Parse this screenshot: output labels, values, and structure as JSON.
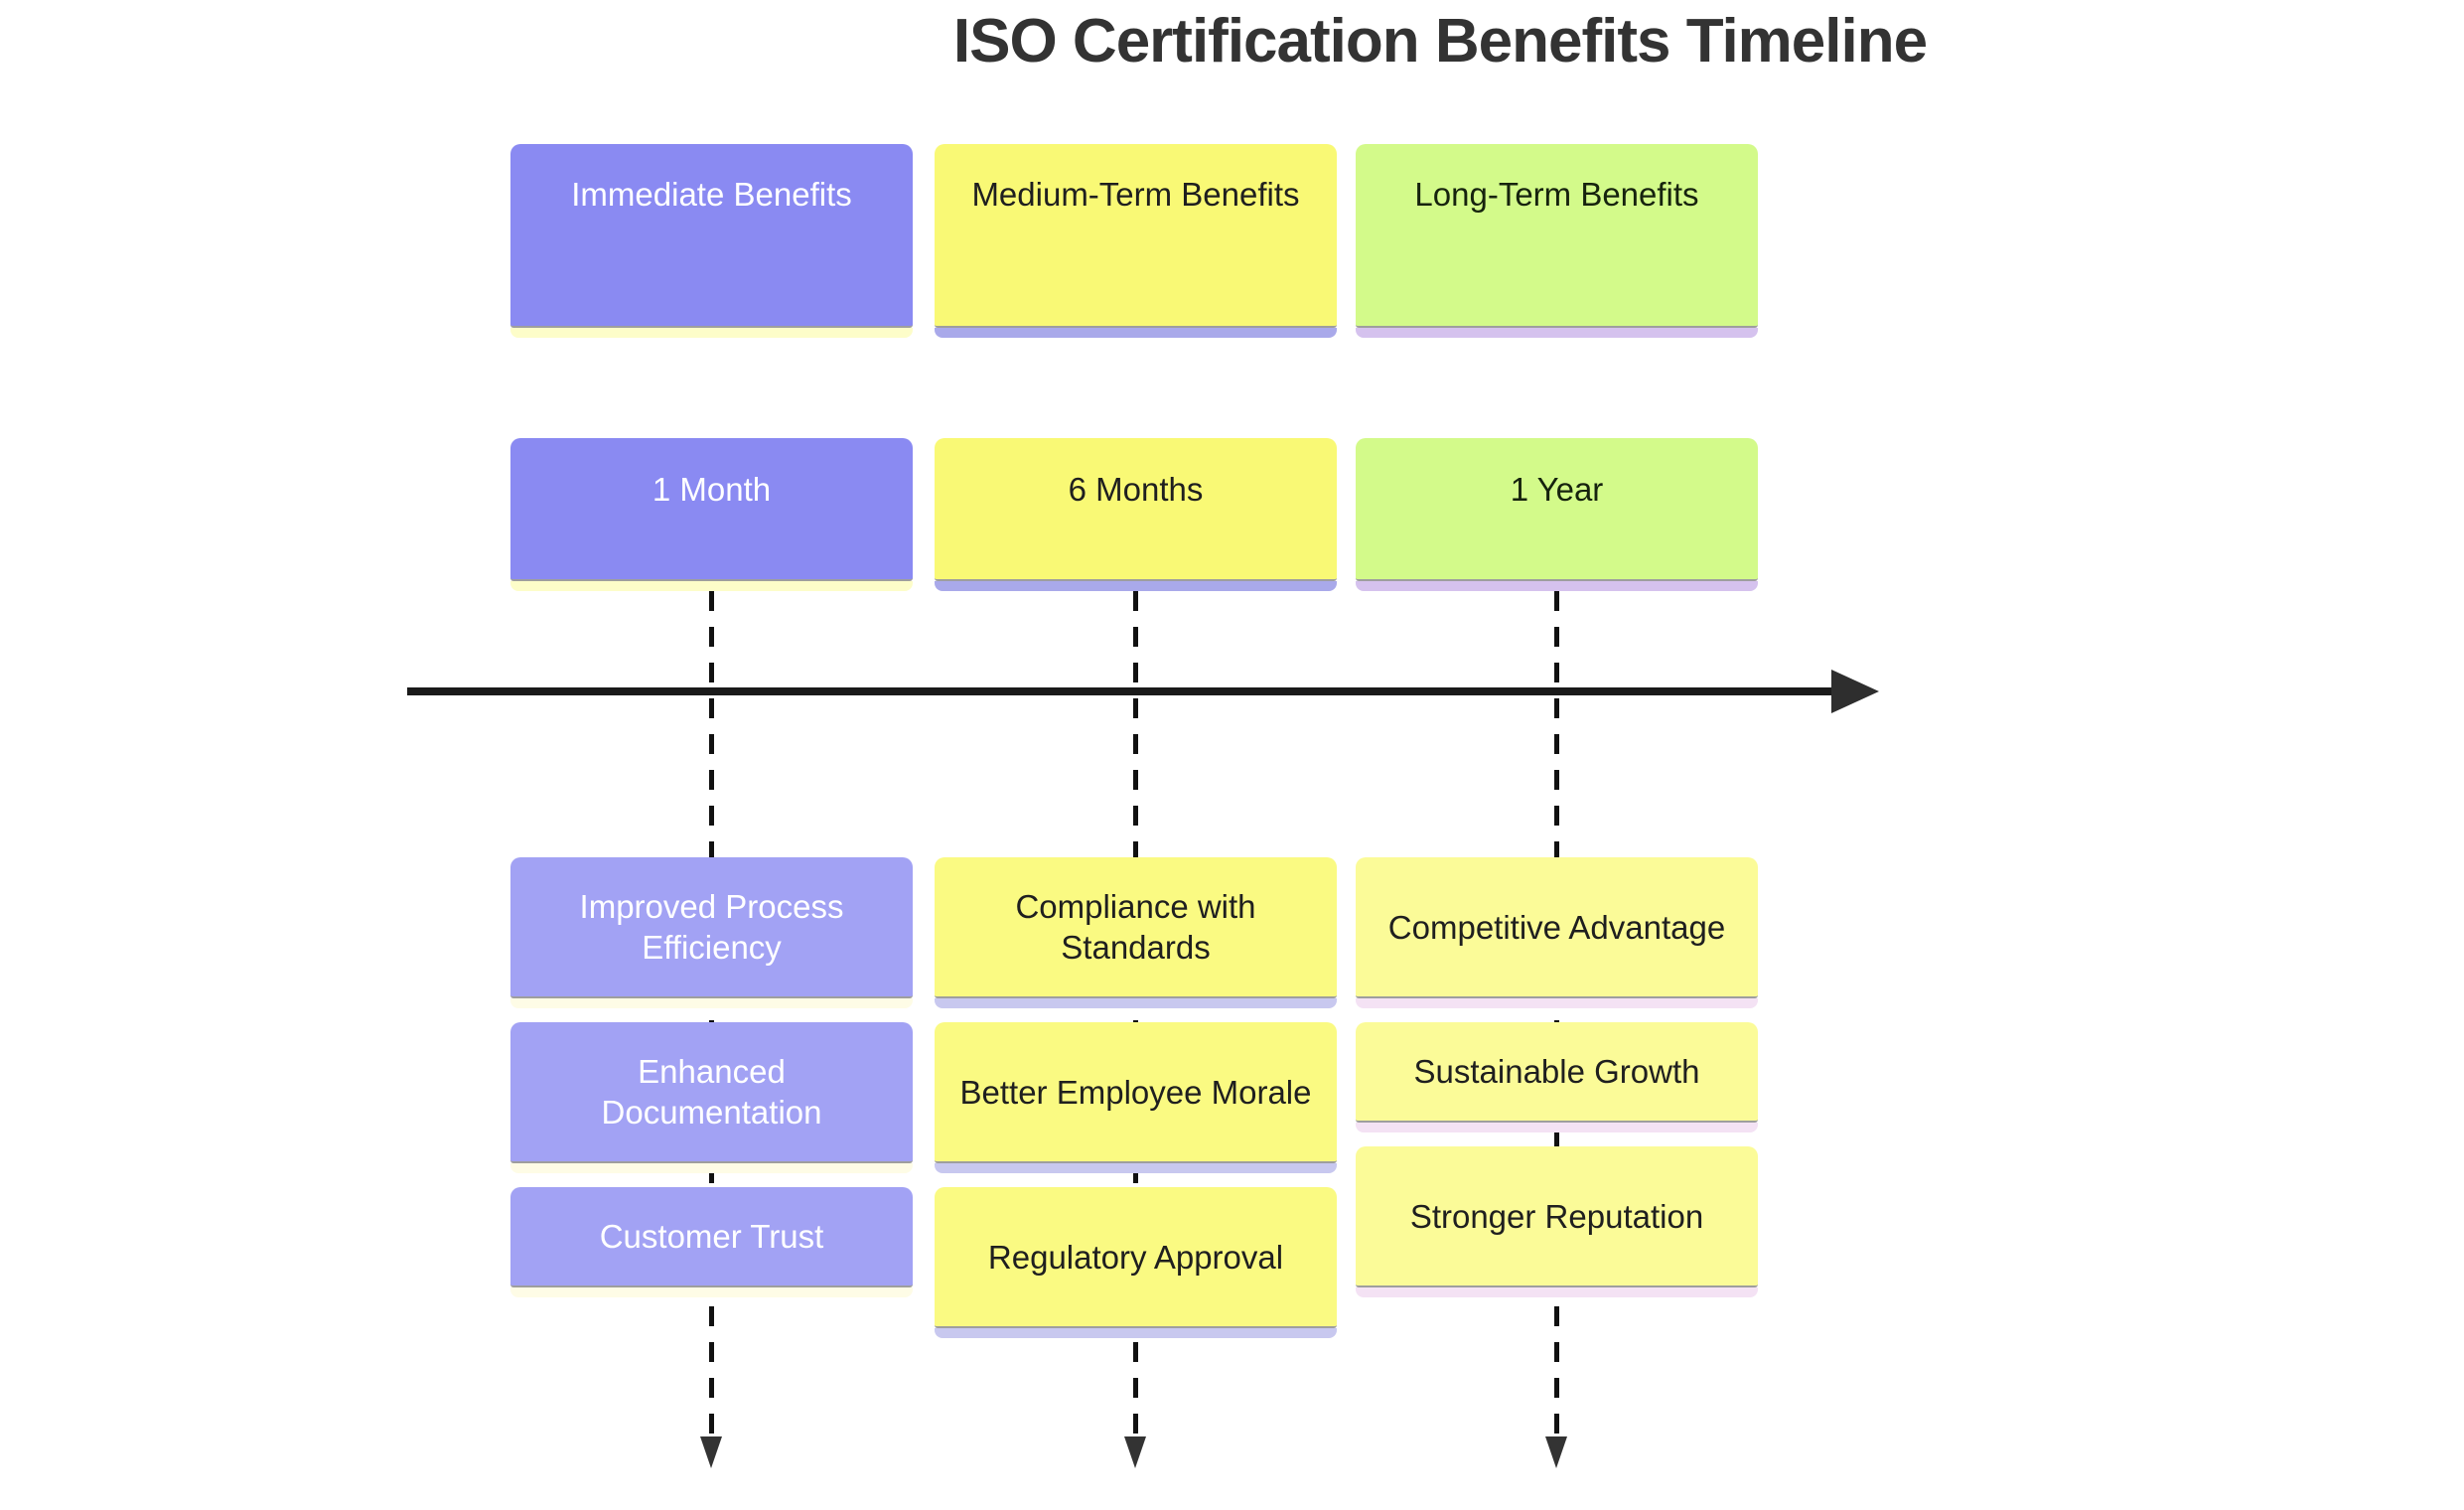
{
  "title": "ISO Certification Benefits Timeline",
  "colors": {
    "title": "#333333",
    "axis": "#1a1a1a",
    "purple": "#8a8af2",
    "purple-light": "#a2a2f4",
    "yellow": "#f9f975",
    "yellow-light": "#fafa82",
    "yellow-pale": "#fbfb98",
    "green": "#d3fa8a",
    "bar-cream": "#fdfdc9",
    "bar-periwinkle": "#a9a9ea",
    "bar-lavender": "#d5c2ee"
  },
  "columns": [
    {
      "section_label": "Immediate Benefits",
      "period": "1 Month",
      "events": [
        "Improved Process Efficiency",
        "Enhanced Documentation",
        "Customer Trust"
      ]
    },
    {
      "section_label": "Medium-Term Benefits",
      "period": "6 Months",
      "events": [
        "Compliance with Standards",
        "Better Employee Morale",
        "Regulatory Approval"
      ]
    },
    {
      "section_label": "Long-Term Benefits",
      "period": "1 Year",
      "events": [
        "Competitive Advantage",
        "Sustainable Growth",
        "Stronger Reputation"
      ]
    }
  ]
}
